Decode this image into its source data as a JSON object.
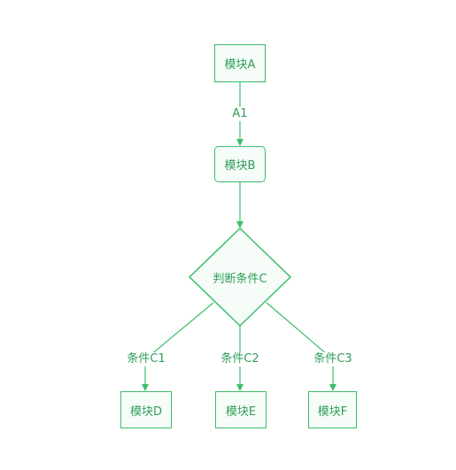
{
  "nodes": {
    "a": "模块A",
    "b": "模块B",
    "decision": "判断条件C",
    "d": "模块D",
    "e": "模块E",
    "f": "模块F"
  },
  "edges": {
    "a_b": "A1",
    "c1": "条件C1",
    "c2": "条件C2",
    "c3": "条件C3"
  },
  "colors": {
    "stroke": "#3dbd6b",
    "text": "#2f9e5a",
    "fill": "#f6fcf8"
  }
}
